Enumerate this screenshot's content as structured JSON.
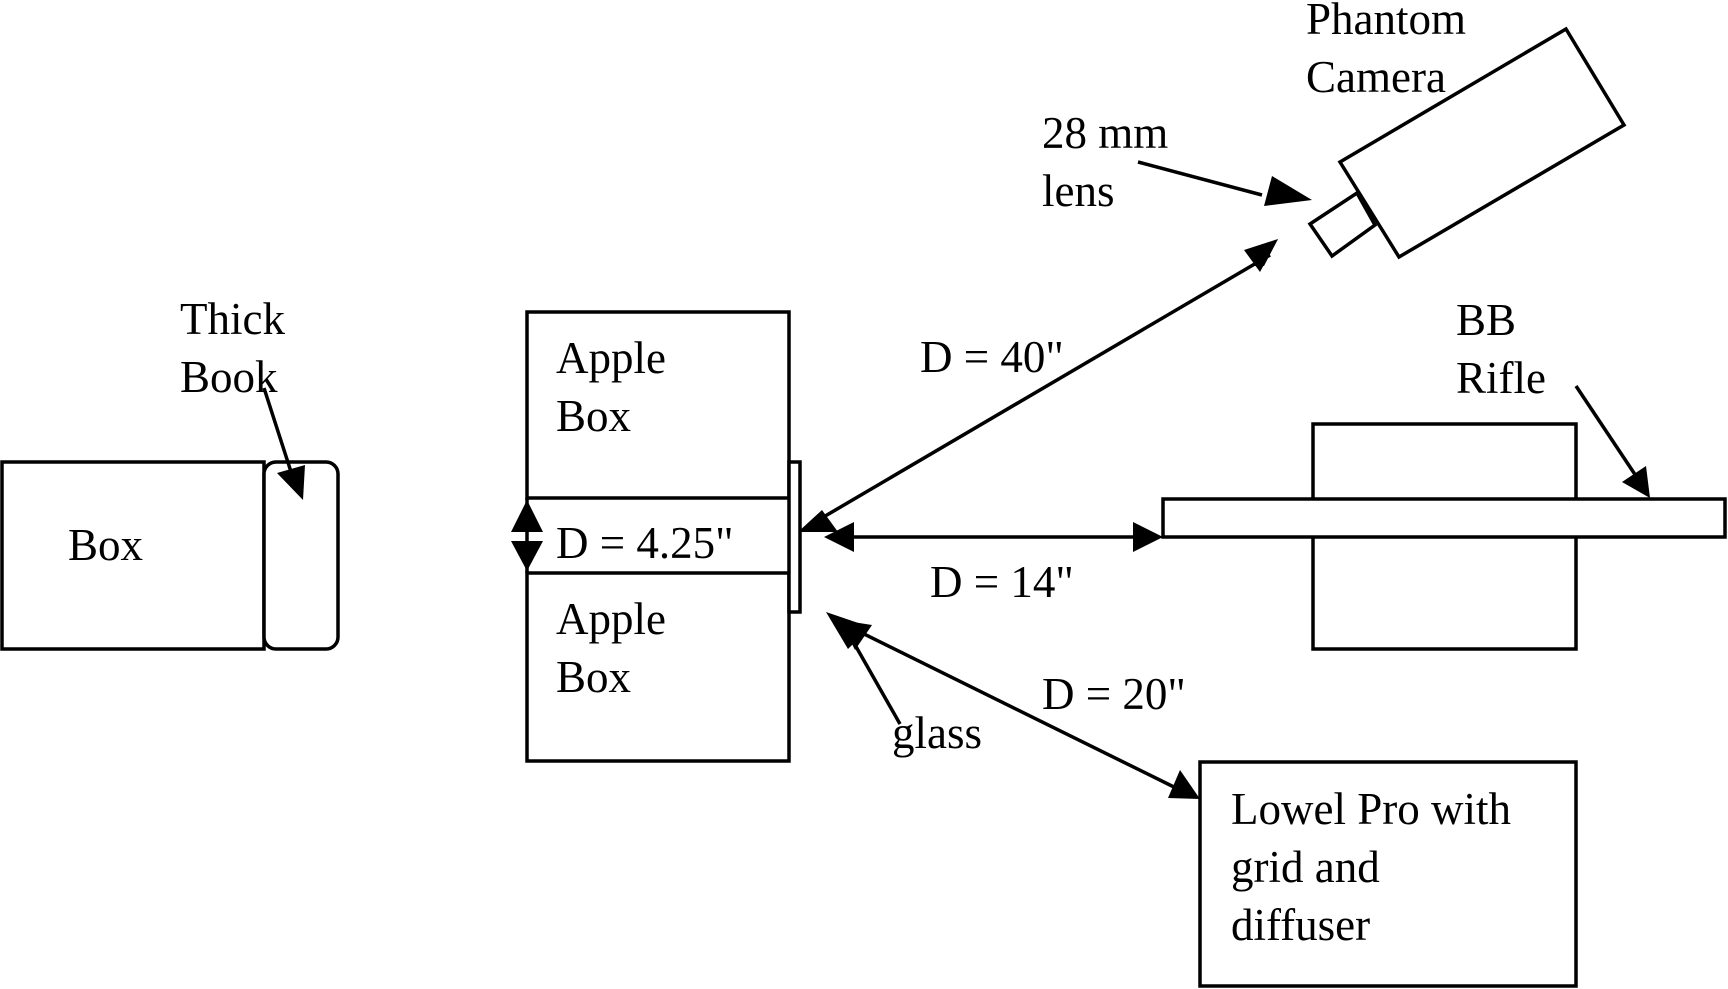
{
  "diagram": {
    "stroke_color": "#000000",
    "background": "#ffffff",
    "objects": {
      "box": "Box",
      "thick_book": [
        "Thick",
        "Book"
      ],
      "apple_box_top": [
        "Apple",
        "Box"
      ],
      "apple_box_bottom": [
        "Apple",
        "Box"
      ],
      "gap_distance": "D = 4.25\"",
      "camera": [
        "Phantom",
        "Camera"
      ],
      "lens": [
        "28 mm",
        "lens"
      ],
      "camera_distance": "D = 40\"",
      "rifle": [
        "BB",
        "Rifle"
      ],
      "rifle_distance": "D = 14\"",
      "glass": "glass",
      "light_distance": "D = 20\"",
      "light": [
        "Lowel Pro with",
        "grid and",
        "diffuser"
      ]
    }
  }
}
